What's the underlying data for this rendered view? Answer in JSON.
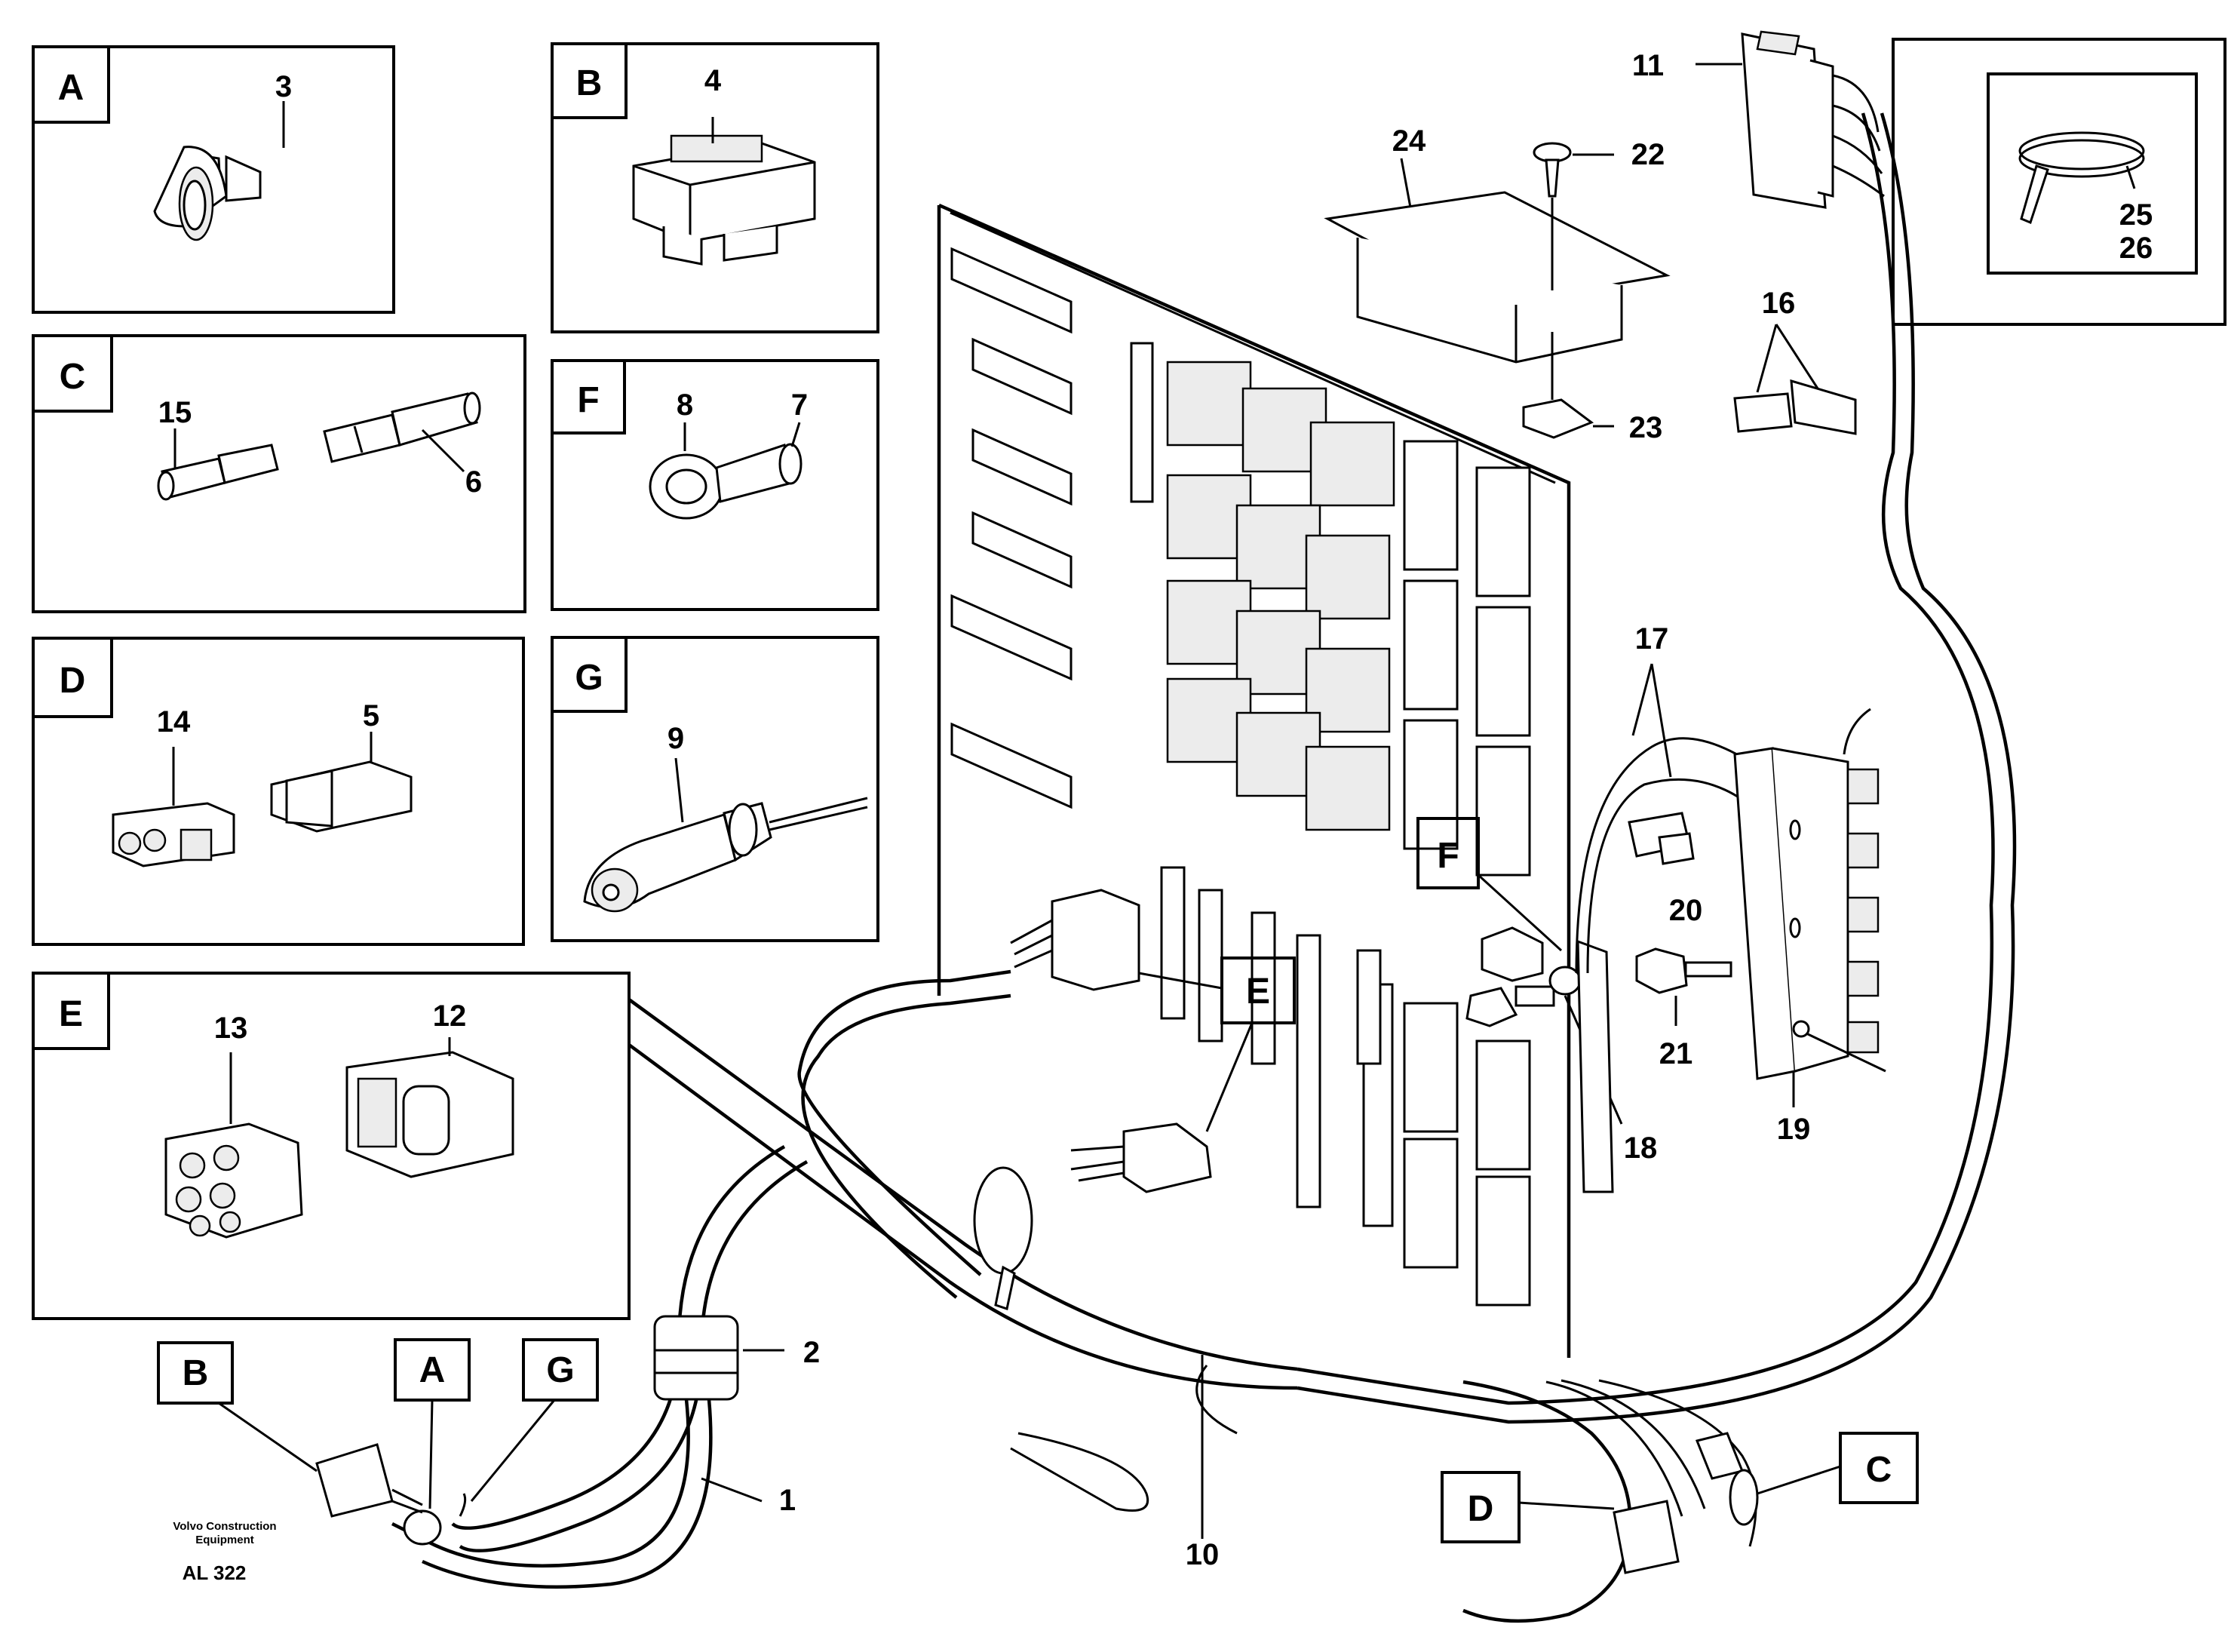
{
  "insets": {
    "A": {
      "letter": "A",
      "parts": [
        "3"
      ]
    },
    "B": {
      "letter": "B",
      "parts": [
        "4"
      ]
    },
    "C": {
      "letter": "C",
      "parts": [
        "15",
        "6"
      ]
    },
    "F": {
      "letter": "F",
      "parts": [
        "8",
        "7"
      ]
    },
    "D": {
      "letter": "D",
      "parts": [
        "14",
        "5"
      ]
    },
    "G": {
      "letter": "G",
      "parts": [
        "9"
      ]
    },
    "E": {
      "letter": "E",
      "parts": [
        "13",
        "12"
      ]
    },
    "tie": {
      "parts": [
        "25",
        "26"
      ]
    }
  },
  "main_parts": [
    "11",
    "24",
    "22",
    "23",
    "16",
    "17",
    "20",
    "21",
    "19",
    "18",
    "2",
    "1",
    "10"
  ],
  "callouts": [
    "F",
    "E",
    "B",
    "A",
    "G",
    "D",
    "C"
  ],
  "footer": {
    "maker_line1": "Volvo Construction",
    "maker_line2": "Equipment",
    "code": "AL 322"
  }
}
